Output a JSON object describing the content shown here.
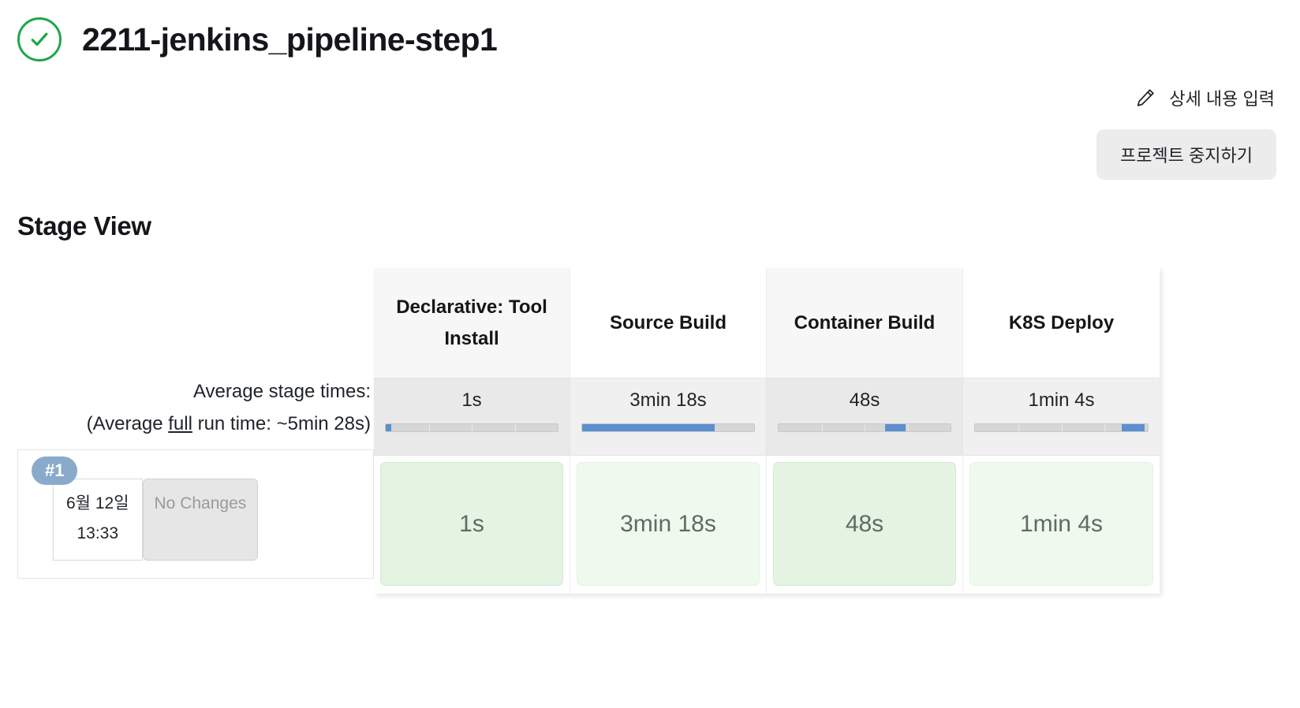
{
  "header": {
    "status_icon": "check-circle-icon",
    "status_color": "#1fa74a",
    "title": "2211-jenkins_pipeline-step1"
  },
  "actions": {
    "edit_description_icon": "pencil-icon",
    "edit_description_label": "상세 내용 입력",
    "stop_project_label": "프로젝트 중지하기",
    "stop_button_bg": "#ececec"
  },
  "stage_view": {
    "section_title": "Stage View",
    "average_label_line1": "Average stage times:",
    "average_label_line2_pre": "(Average ",
    "average_label_underlined": "full",
    "average_label_line2_post": " run time: ~5min 28s)",
    "stages": [
      {
        "name": "Declarative: Tool Install",
        "average": "1s",
        "bar_start_pct": 0,
        "bar_width_pct": 3,
        "result": "1s"
      },
      {
        "name": "Source Build",
        "average": "3min 18s",
        "bar_start_pct": 0,
        "bar_width_pct": 77,
        "result": "3min 18s"
      },
      {
        "name": "Container Build",
        "average": "48s",
        "bar_start_pct": 62,
        "bar_width_pct": 12,
        "result": "48s"
      },
      {
        "name": "K8S Deploy",
        "average": "1min 4s",
        "bar_start_pct": 85,
        "bar_width_pct": 13,
        "result": "1min 4s"
      }
    ],
    "runs": [
      {
        "badge": "#1",
        "badge_color": "#8aaacb",
        "date": "6월 12일",
        "time": "13:33",
        "changes": "No Changes",
        "status_color": "#e4f3e2"
      }
    ]
  }
}
